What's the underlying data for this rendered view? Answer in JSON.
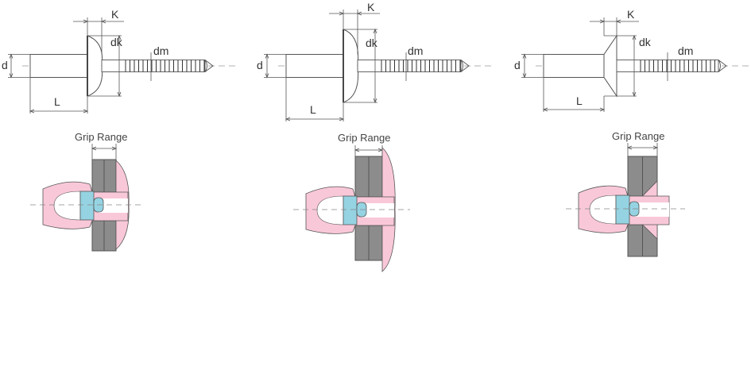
{
  "rivets": [
    {
      "head_type": "dome",
      "labels": {
        "K": "K",
        "dk": "dk",
        "dm": "dm",
        "d": "d",
        "L": "L"
      },
      "grip_label": "Grip Range"
    },
    {
      "head_type": "large-flange",
      "labels": {
        "K": "K",
        "dk": "dk",
        "dm": "dm",
        "d": "d",
        "L": "L"
      },
      "grip_label": "Grip Range"
    },
    {
      "head_type": "countersunk",
      "labels": {
        "K": "K",
        "dk": "dk",
        "dm": "dm",
        "d": "d",
        "L": "L"
      },
      "grip_label": "Grip Range"
    }
  ],
  "colors": {
    "line": "#555555",
    "rivet_body": "#f9c8d8",
    "mandrel": "#95d3e2",
    "plate": "#8c8c8c",
    "plate_edge": "#555555"
  }
}
